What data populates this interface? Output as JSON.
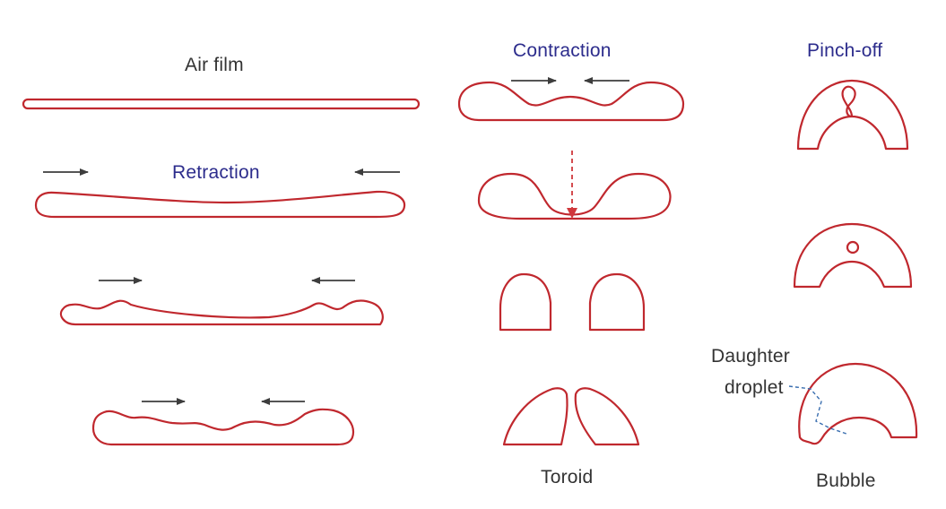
{
  "labels": {
    "air_film": "Air film",
    "retraction": "Retraction",
    "contraction": "Contraction",
    "pinch_off": "Pinch-off",
    "toroid": "Toroid",
    "daughter_line1": "Daughter",
    "daughter_line2": "droplet",
    "bubble": "Bubble"
  },
  "colors": {
    "outline": "#c0282e",
    "arrow": "#3d3d3d",
    "label_dark": "#333333",
    "label_blue": "#2c2c8c",
    "dashed_arrow": "#d0383c",
    "leader": "#3b6fb0"
  }
}
